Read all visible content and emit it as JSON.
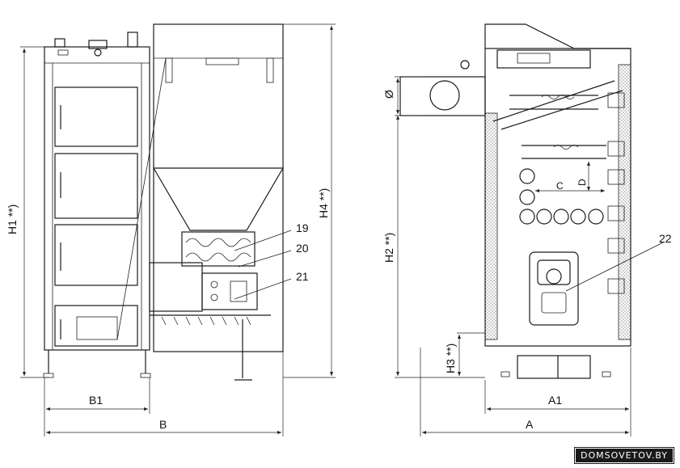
{
  "dimensions": {
    "h1": "H1 **)",
    "h2": "H2 **)",
    "h3": "H3 **)",
    "h4": "H4 **)",
    "b": "B",
    "b1": "B1",
    "a": "A",
    "a1": "A1",
    "c": "C",
    "d": "D",
    "diameter": "Ø"
  },
  "callouts": {
    "c19": "19",
    "c20": "20",
    "c21": "21",
    "c22": "22"
  },
  "watermark": "DOMSOVETOV.BY"
}
